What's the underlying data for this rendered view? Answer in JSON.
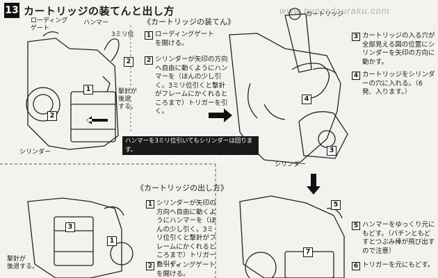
{
  "section": {
    "number": "13",
    "title": "カートリッジの装てんと出し方"
  },
  "watermark": "www.hyperdouraku.com",
  "loading": {
    "subtitle": "《カートリッジの装てん》",
    "labels": {
      "loading_gate": "ローディング\nゲート",
      "hammer": "ハンマー",
      "three_mm": "3ミリ位",
      "firing_pin": "撃針が\n後退\nする。",
      "cylinder": "シリンダー"
    },
    "steps": [
      {
        "num": "1",
        "text": "ローディングゲートを開ける。"
      },
      {
        "num": "2",
        "text": "シリンダーが矢印の方向へ自由に動くようにハンマーを（ほんの少し引く。3ミリ位引くと撃針がフレームにかくれるところまで）トリガーを引く。"
      }
    ],
    "note": [
      "ハンマーを3ミリ位引いてもシリンダーは回ります。",
      "（撃針がフレームにかくれるところまで引く）"
    ]
  },
  "insert": {
    "labels": {
      "cartridge": "カートリッジ",
      "cylinder": "シリンダー"
    },
    "steps": [
      {
        "num": "3",
        "text": "カートリッジの入る穴が全部見える図の位置にシリンダーを矢印の方向に動かす。"
      },
      {
        "num": "4",
        "text": "カートリッジをシリンダーの穴に入れる。（6発、入ります。）"
      }
    ]
  },
  "unloading": {
    "subtitle": "《カートリッジの出し方》",
    "labels": {
      "firing_pin": "撃針が\n後退する。"
    },
    "steps": [
      {
        "num": "1",
        "text": "シリンダーが矢印の方向へ自由に動くようにハンマーを（ほんの少し引く。3ミリ位引くと撃針がフレームにかくれるところまで）トリガーを引く。"
      },
      {
        "num": "2",
        "text": "ローディングゲートを開ける。"
      }
    ]
  },
  "release": {
    "steps": [
      {
        "num": "5",
        "text": "ハンマーをゆっくり元にもどす。（バチンともどすとつぶみ棒が飛び出すので注意）"
      },
      {
        "num": "6",
        "text": "トリガーを元にもどす。"
      }
    ]
  },
  "callouts": [
    "1",
    "2",
    "2",
    "3",
    "4",
    "3",
    "5",
    "7",
    "1",
    "3"
  ]
}
